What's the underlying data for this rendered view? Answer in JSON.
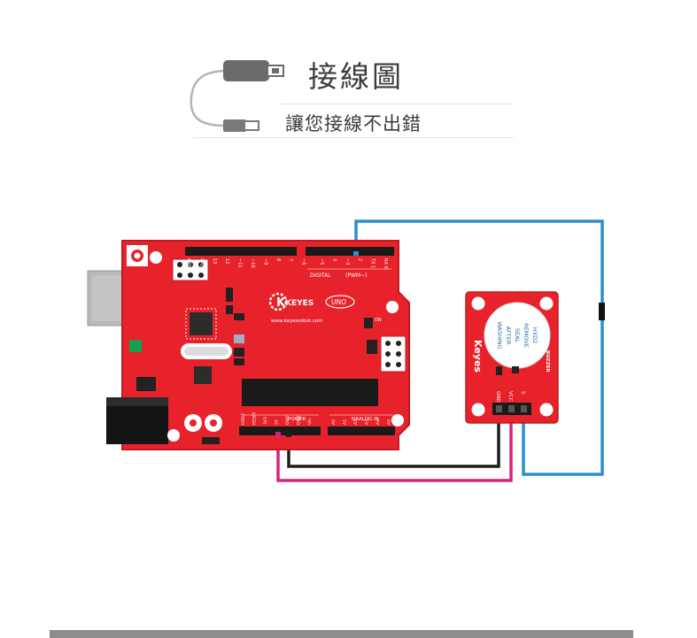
{
  "header": {
    "title": "接線圖",
    "subtitle": "讓您接線不出錯",
    "icon": "usb-cable-icon"
  },
  "arduino": {
    "brand": "KEYES",
    "model": "UNO",
    "website": "www.keyesrobot.com",
    "digital_label": "DIGITAL",
    "pwm_label": "(PWM~)",
    "power_label": "POWER",
    "analog_label": "NAALOG IN",
    "on_label": "ON",
    "tx_label": "TX",
    "rx_label": "RX",
    "digital_pins": [
      "AREF",
      "GND",
      "13",
      "12",
      "~11",
      "~10",
      "~9",
      "8",
      "7",
      "~6",
      "~5",
      "4",
      "~3",
      "2",
      "TX 1",
      "RX 0"
    ],
    "power_pins": [
      "IOREF",
      "RESET",
      "3V3",
      "5V",
      "GND",
      "GND",
      "Vin"
    ],
    "analog_pins": [
      "A0",
      "A1",
      "A2",
      "A3",
      "A4",
      "A5"
    ]
  },
  "buzzer_module": {
    "brand": "Keyes",
    "title": "BUZZER",
    "sticker_lines": [
      "HXD2",
      "REMOVE",
      "SEAL",
      "AFTER",
      "WASHING"
    ],
    "pins": [
      "GND",
      "VCC",
      "S"
    ]
  },
  "colors": {
    "board_red": "#e8222b",
    "board_edge": "#c01a20",
    "wire_blue": "#2a8fd0",
    "wire_black": "#1e1e1e",
    "wire_pink": "#d9227e",
    "text_dark": "#3b3b3b"
  }
}
